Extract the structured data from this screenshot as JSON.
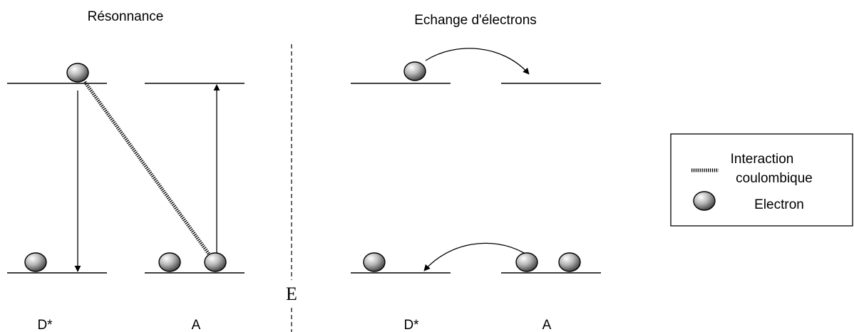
{
  "resonance": {
    "title": "Résonnance",
    "donor_label": "D*",
    "acceptor_label": "A"
  },
  "exchange": {
    "title": "Echange d'électrons",
    "donor_label": "D*",
    "acceptor_label": "A"
  },
  "energy_label": "E",
  "legend": {
    "coulomb_line1": "Interaction",
    "coulomb_line2": "coulombique",
    "electron": "Electron"
  },
  "colors": {
    "line": "#000000",
    "electron_light": "#ffffff",
    "electron_dark": "#3a3a3a"
  }
}
